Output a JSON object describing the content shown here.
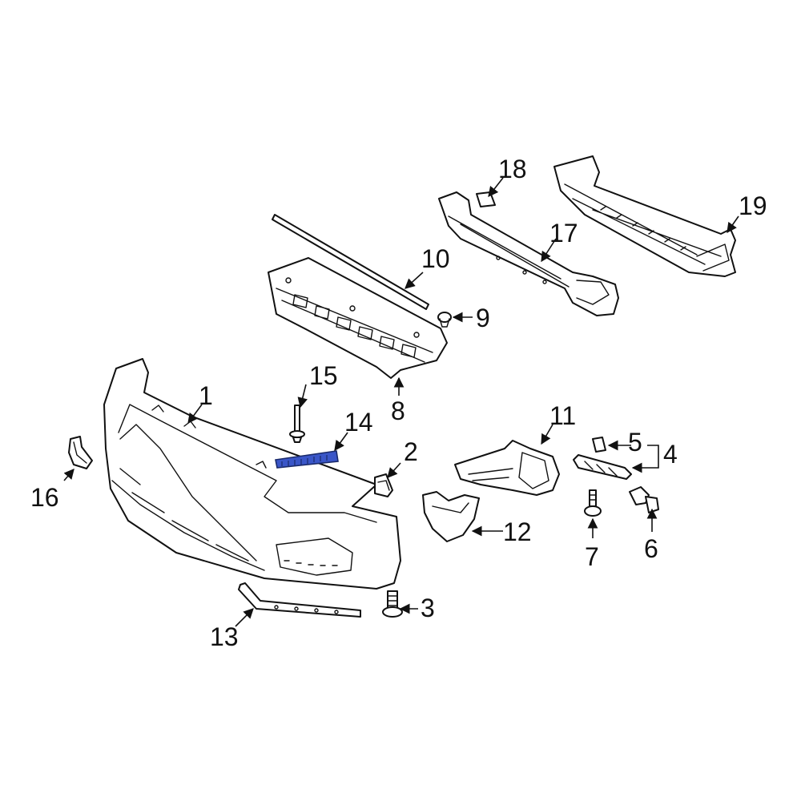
{
  "diagram": {
    "callouts": [
      "1",
      "2",
      "3",
      "4",
      "5",
      "6",
      "7",
      "8",
      "9",
      "10",
      "11",
      "12",
      "13",
      "14",
      "15",
      "16",
      "17",
      "18",
      "19"
    ],
    "highlight_color": "#3a56c8"
  }
}
